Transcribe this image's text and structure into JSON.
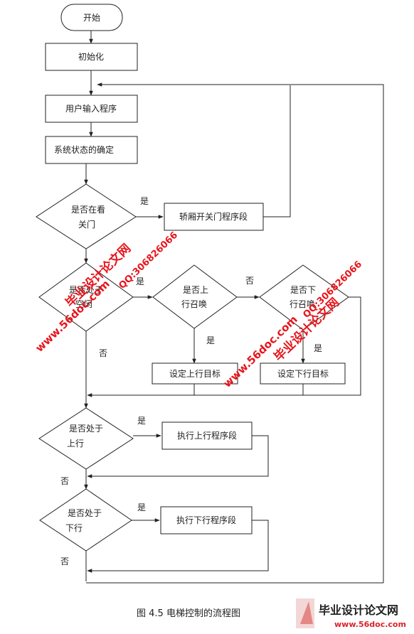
{
  "nodes": {
    "start": "开始",
    "init": "初始化",
    "input": "用户输入程序",
    "status": "系统状态的确定",
    "watch_line1": "是否在看",
    "watch_line2": "关门",
    "door": "轿厢开关门程序段",
    "idle_line1": "是否处于",
    "idle_line2": "空闲",
    "upcall_line1": "是否上",
    "upcall_line2": "行召唤",
    "downcall_line1": "是否下",
    "downcall_line2": "行召唤",
    "set_up": "设定上行目标",
    "set_down": "设定下行目标",
    "up_line1": "是否处于",
    "up_line2": "上行",
    "exec_up": "执行上行程序段",
    "down_line1": "是否处于",
    "down_line2": "下行",
    "exec_down": "执行下行程序段"
  },
  "labels": {
    "yes": "是",
    "no": "否"
  },
  "caption": "图 4.5 电梯控制的流程图",
  "watermark": {
    "site": "www.56doc.com",
    "qq": "QQ:306826066",
    "brand": "毕业设计论文网",
    "color": "#e8141b"
  },
  "logo": {
    "brand": "毕业设计论文网",
    "site": "www.56doc.com"
  }
}
